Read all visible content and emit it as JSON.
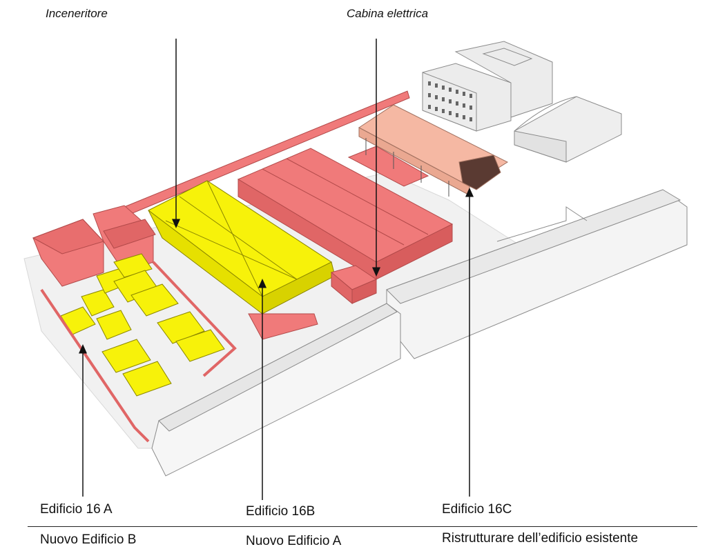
{
  "labels": {
    "inceneritore": "Inceneritore",
    "cabina": "Cabina elettrica",
    "edificio_16a": "Edificio 16 A",
    "edificio_16b": "Edificio 16B",
    "edificio_16c": "Edificio 16C",
    "nuovo_b": "Nuovo Edificio B",
    "nuovo_a": "Nuovo Edificio A",
    "ristrutturare": "Ristrutturare dell’edificio esistente"
  },
  "colors": {
    "new_building": "#f7f20a",
    "existing_red": "#f07a7a",
    "restoration": "#f5b8a3",
    "context_grey": "#e6e6e6"
  }
}
